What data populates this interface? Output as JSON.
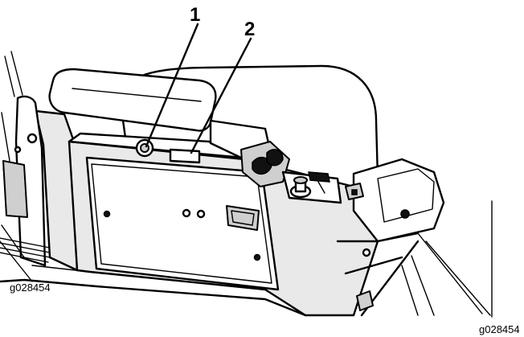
{
  "figure": {
    "callouts": [
      {
        "label": "1"
      },
      {
        "label": "2"
      }
    ],
    "code_inside": "g028454",
    "code_outside": "g028454"
  }
}
